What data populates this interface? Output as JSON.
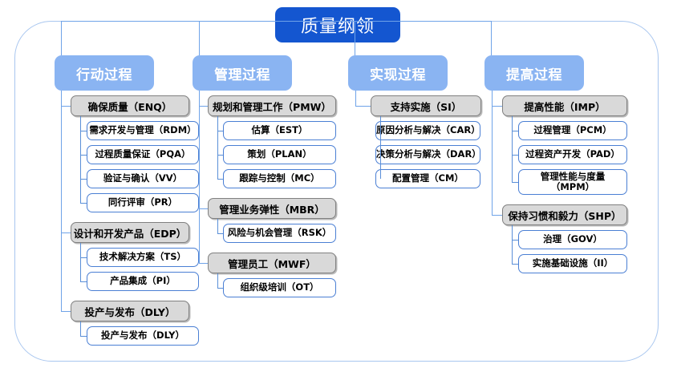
{
  "root": {
    "label": "质量纲领"
  },
  "columns": [
    {
      "header": "行动过程",
      "sections": [
        {
          "label": "确保质量（ENQ）",
          "items": [
            "需求开发与管理（RDM）",
            "过程质量保证（PQA）",
            "验证与确认（VV）",
            "同行评审（PR）"
          ]
        },
        {
          "label": "设计和开发产品（EDP）",
          "items": [
            "技术解决方案（TS）",
            "产品集成（PI）"
          ]
        },
        {
          "label": "投产与发布（DLY）",
          "items": [
            "投产与发布（DLY）"
          ]
        }
      ]
    },
    {
      "header": "管理过程",
      "sections": [
        {
          "label": "规划和管理工作（PMW）",
          "items": [
            "估算（EST）",
            "策划（PLAN）",
            "跟踪与控制（MC）"
          ]
        },
        {
          "label": "管理业务弹性（MBR）",
          "items": [
            "风险与机会管理（RSK）"
          ]
        },
        {
          "label": "管理员工（MWF）",
          "items": [
            "组织级培训（OT）"
          ]
        }
      ]
    },
    {
      "header": "实现过程",
      "sections": [
        {
          "label": "支持实施（SI）",
          "items": [
            "原因分析与解决（CAR）",
            "决策分析与解决（DAR）",
            "配置管理（CM）"
          ]
        }
      ]
    },
    {
      "header": "提高过程",
      "sections": [
        {
          "label": "提高性能（IMP）",
          "items": [
            "过程管理（PCM）",
            "过程资产开发（PAD）",
            "管理性能与度量\n（MPM）"
          ]
        },
        {
          "label": "保持习惯和毅力（SHP）",
          "items": [
            "治理（GOV）",
            "实施基础设施（II）"
          ]
        }
      ]
    }
  ],
  "colors": {
    "root_fill": "#1456d0",
    "header_fill": "#8ab4f2",
    "section_fill": "#d9d9d9",
    "section_border": "#808080",
    "leaf_border": "#4a7fd4",
    "connector": "#6fa3e8",
    "frame_border": "#a8c6ef"
  }
}
